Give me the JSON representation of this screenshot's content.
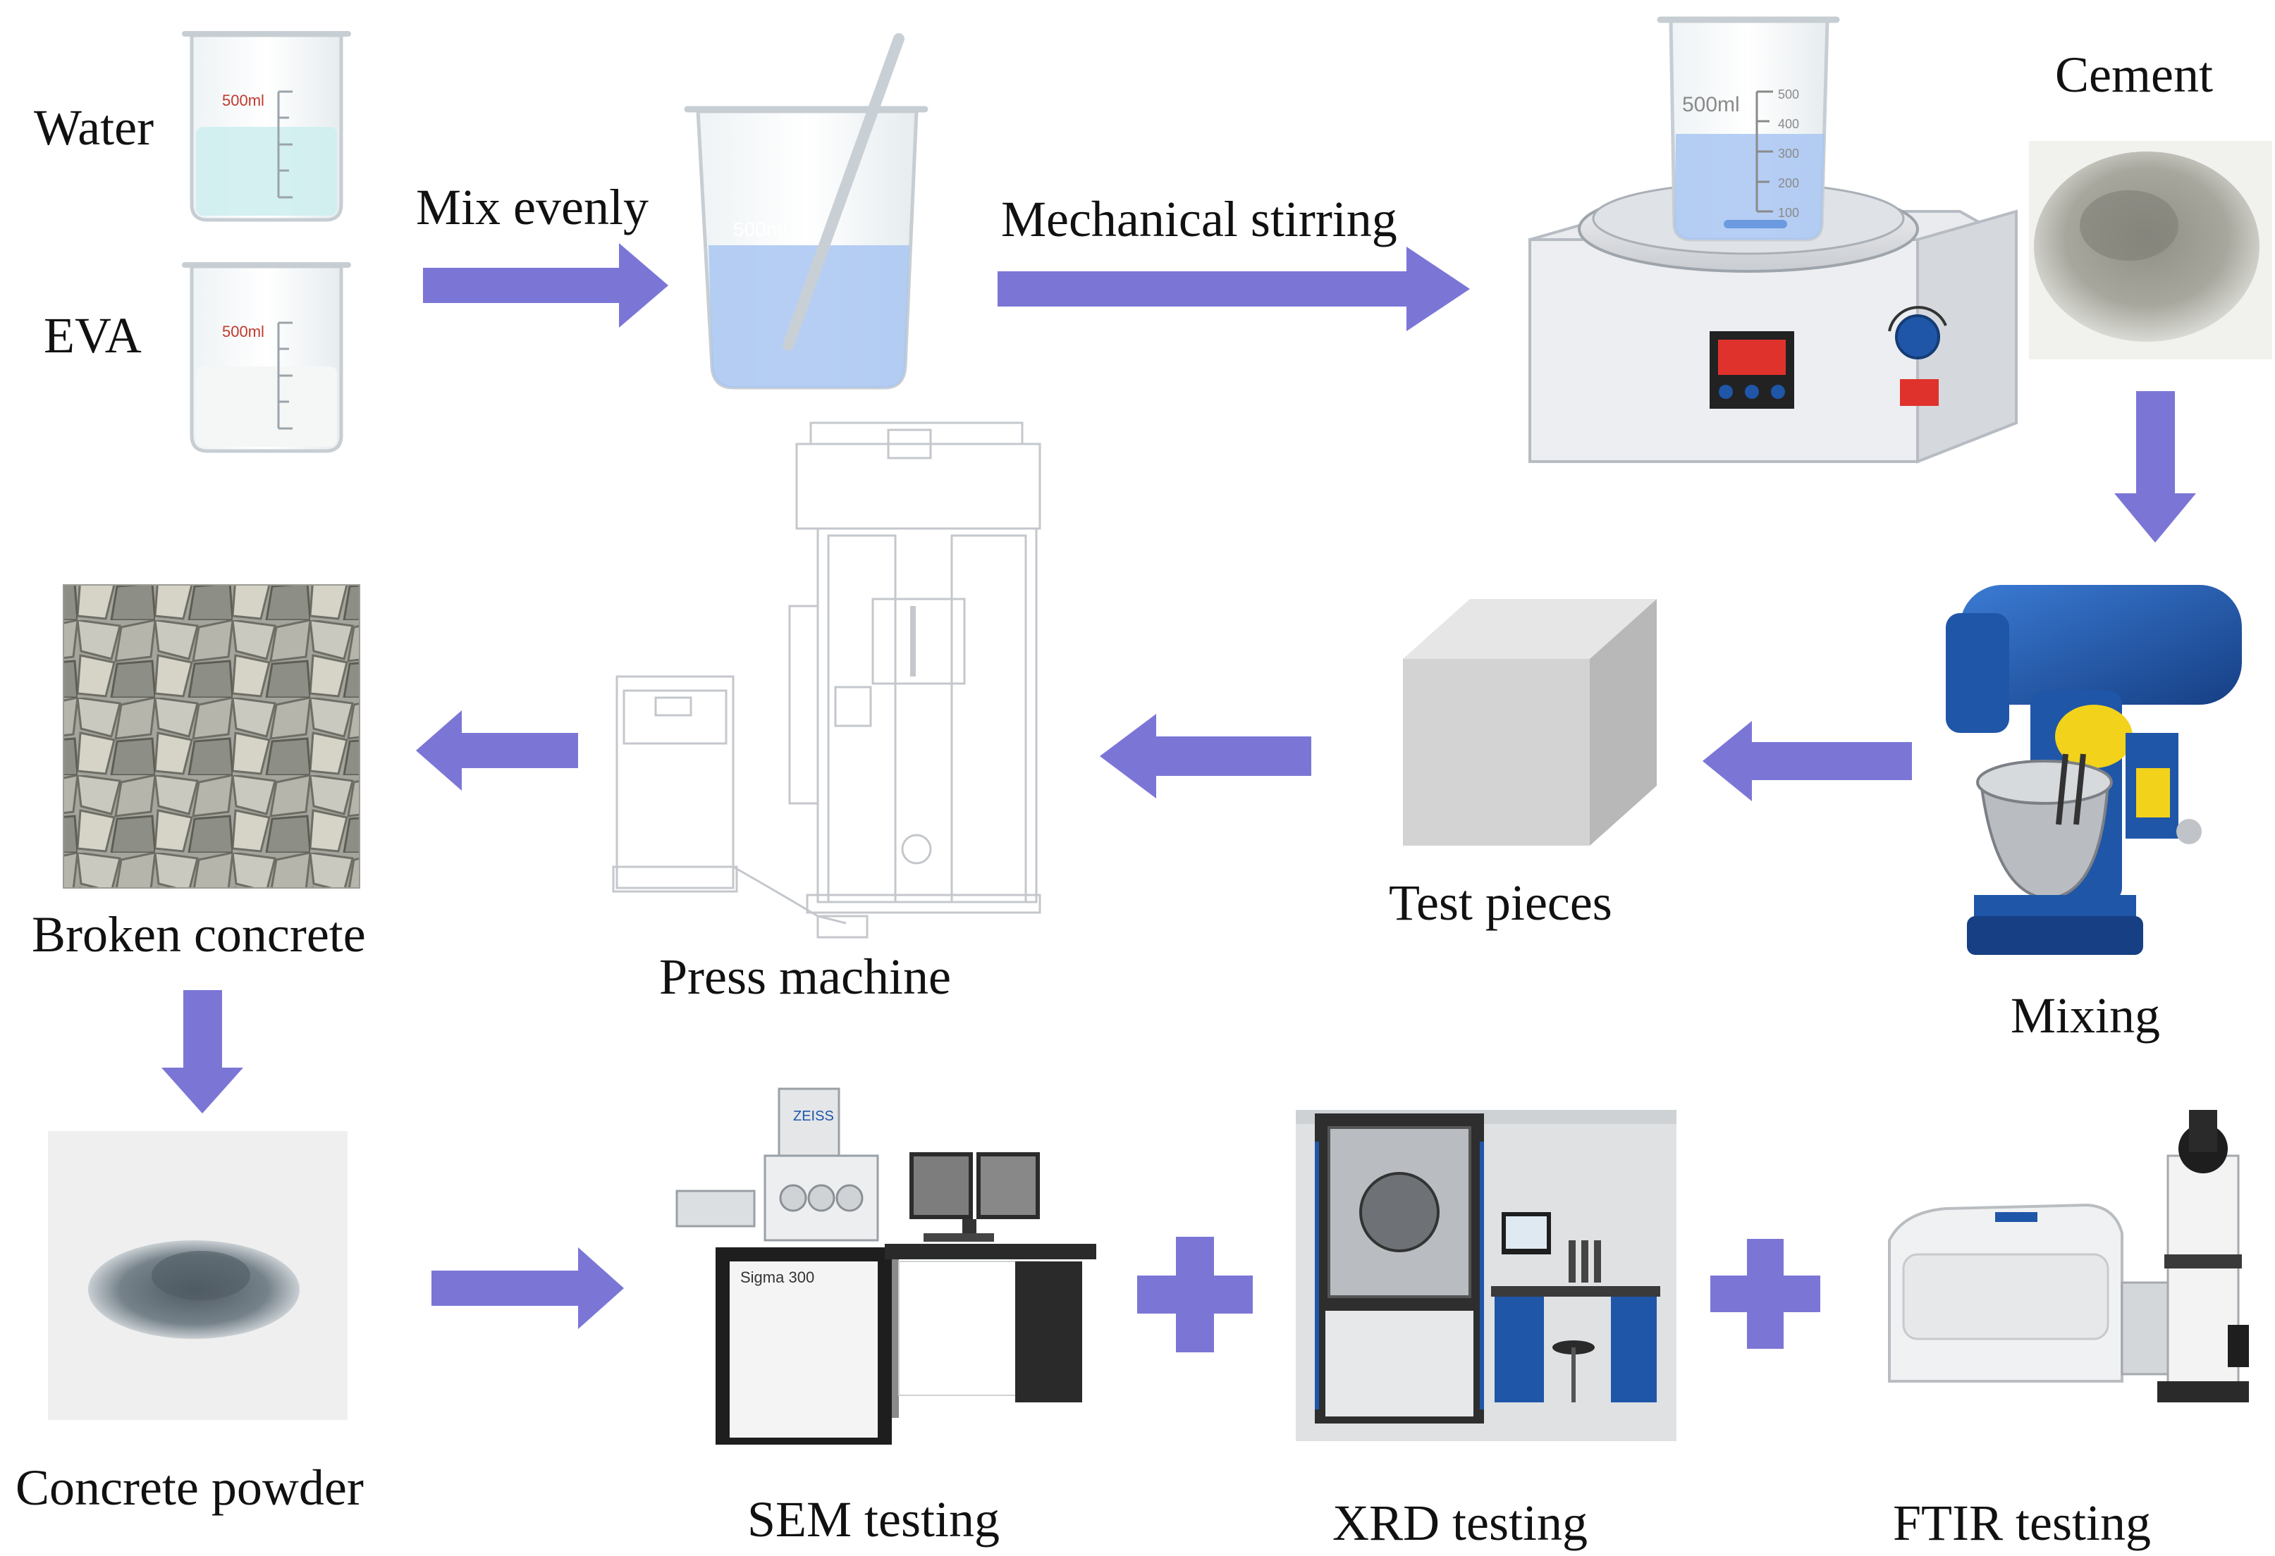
{
  "labels": {
    "water": "Water",
    "eva": "EVA",
    "mix_evenly": "Mix evenly",
    "mechanical_stirring": "Mechanical stirring",
    "cement": "Cement",
    "mixing": "Mixing",
    "test_pieces": "Test pieces",
    "press_machine": "Press machine",
    "broken_concrete": "Broken concrete",
    "concrete_powder": "Concrete powder",
    "sem_testing": "SEM testing",
    "xrd_testing": "XRD testing",
    "ftir_testing": "FTIR testing"
  },
  "beaker_markings": {
    "volume": "500ml",
    "ticks": [
      "500",
      "400",
      "300",
      "200",
      "100"
    ]
  },
  "instrument_text": {
    "sem_brand": "ZEISS",
    "sem_model": "Sigma 300"
  },
  "colors": {
    "arrow": "#7b76d6",
    "water": "#cfeef0",
    "liquid": "#a9c6f2",
    "stirrer_body": "#e9ebee",
    "display_red": "#e0322c",
    "mixer_blue": "#1f56a8",
    "cube_front": "#d3d3d3"
  },
  "icons": [
    "beaker-icon",
    "glass-rod-icon",
    "magnetic-stirrer-icon",
    "cement-powder-icon",
    "mortar-mixer-icon",
    "test-cube-icon",
    "press-machine-icon",
    "broken-concrete-icon",
    "concrete-powder-icon",
    "sem-instrument-icon",
    "xrd-instrument-icon",
    "ftir-instrument-icon",
    "arrow-right-icon",
    "arrow-left-icon",
    "arrow-down-icon",
    "plus-icon"
  ]
}
